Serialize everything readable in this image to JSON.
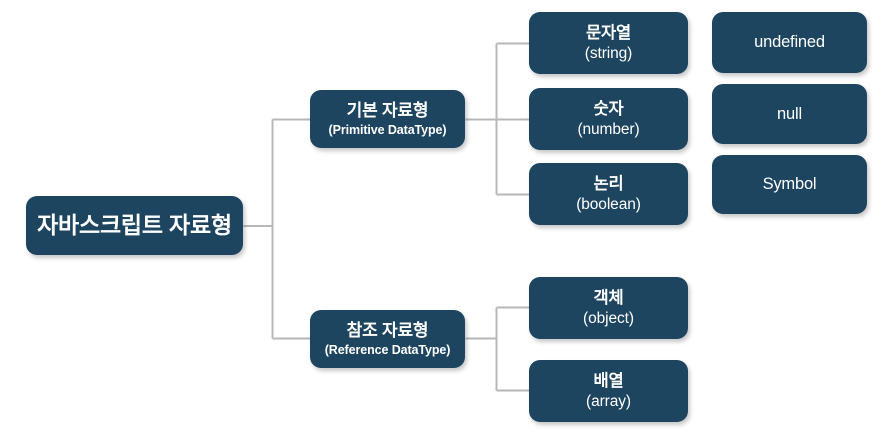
{
  "diagram": {
    "title": "자바스크립트 자료형",
    "type": "tree",
    "background_color": "#ffffff",
    "node_color": "#1d4560",
    "node_text_color": "#ffffff",
    "connector_color": "#b7b7b7",
    "root": {
      "ko": "자바스크립트 자료형",
      "en": ""
    },
    "branches": [
      {
        "ko": "기본 자료형",
        "en": "(Primitive DataType)"
      },
      {
        "ko": "참조 자료형",
        "en": "(Reference DataType)"
      }
    ],
    "primitive_leaves": [
      {
        "ko": "문자열",
        "en": "(string)"
      },
      {
        "ko": "숫자",
        "en": "(number)"
      },
      {
        "ko": "논리",
        "en": "(boolean)"
      }
    ],
    "reference_leaves": [
      {
        "ko": "객체",
        "en": "(object)"
      },
      {
        "ko": "배열",
        "en": "(array)"
      }
    ],
    "extra_primitives": [
      {
        "ko": "undefined"
      },
      {
        "ko": "null"
      },
      {
        "ko": "Symbol"
      }
    ]
  }
}
